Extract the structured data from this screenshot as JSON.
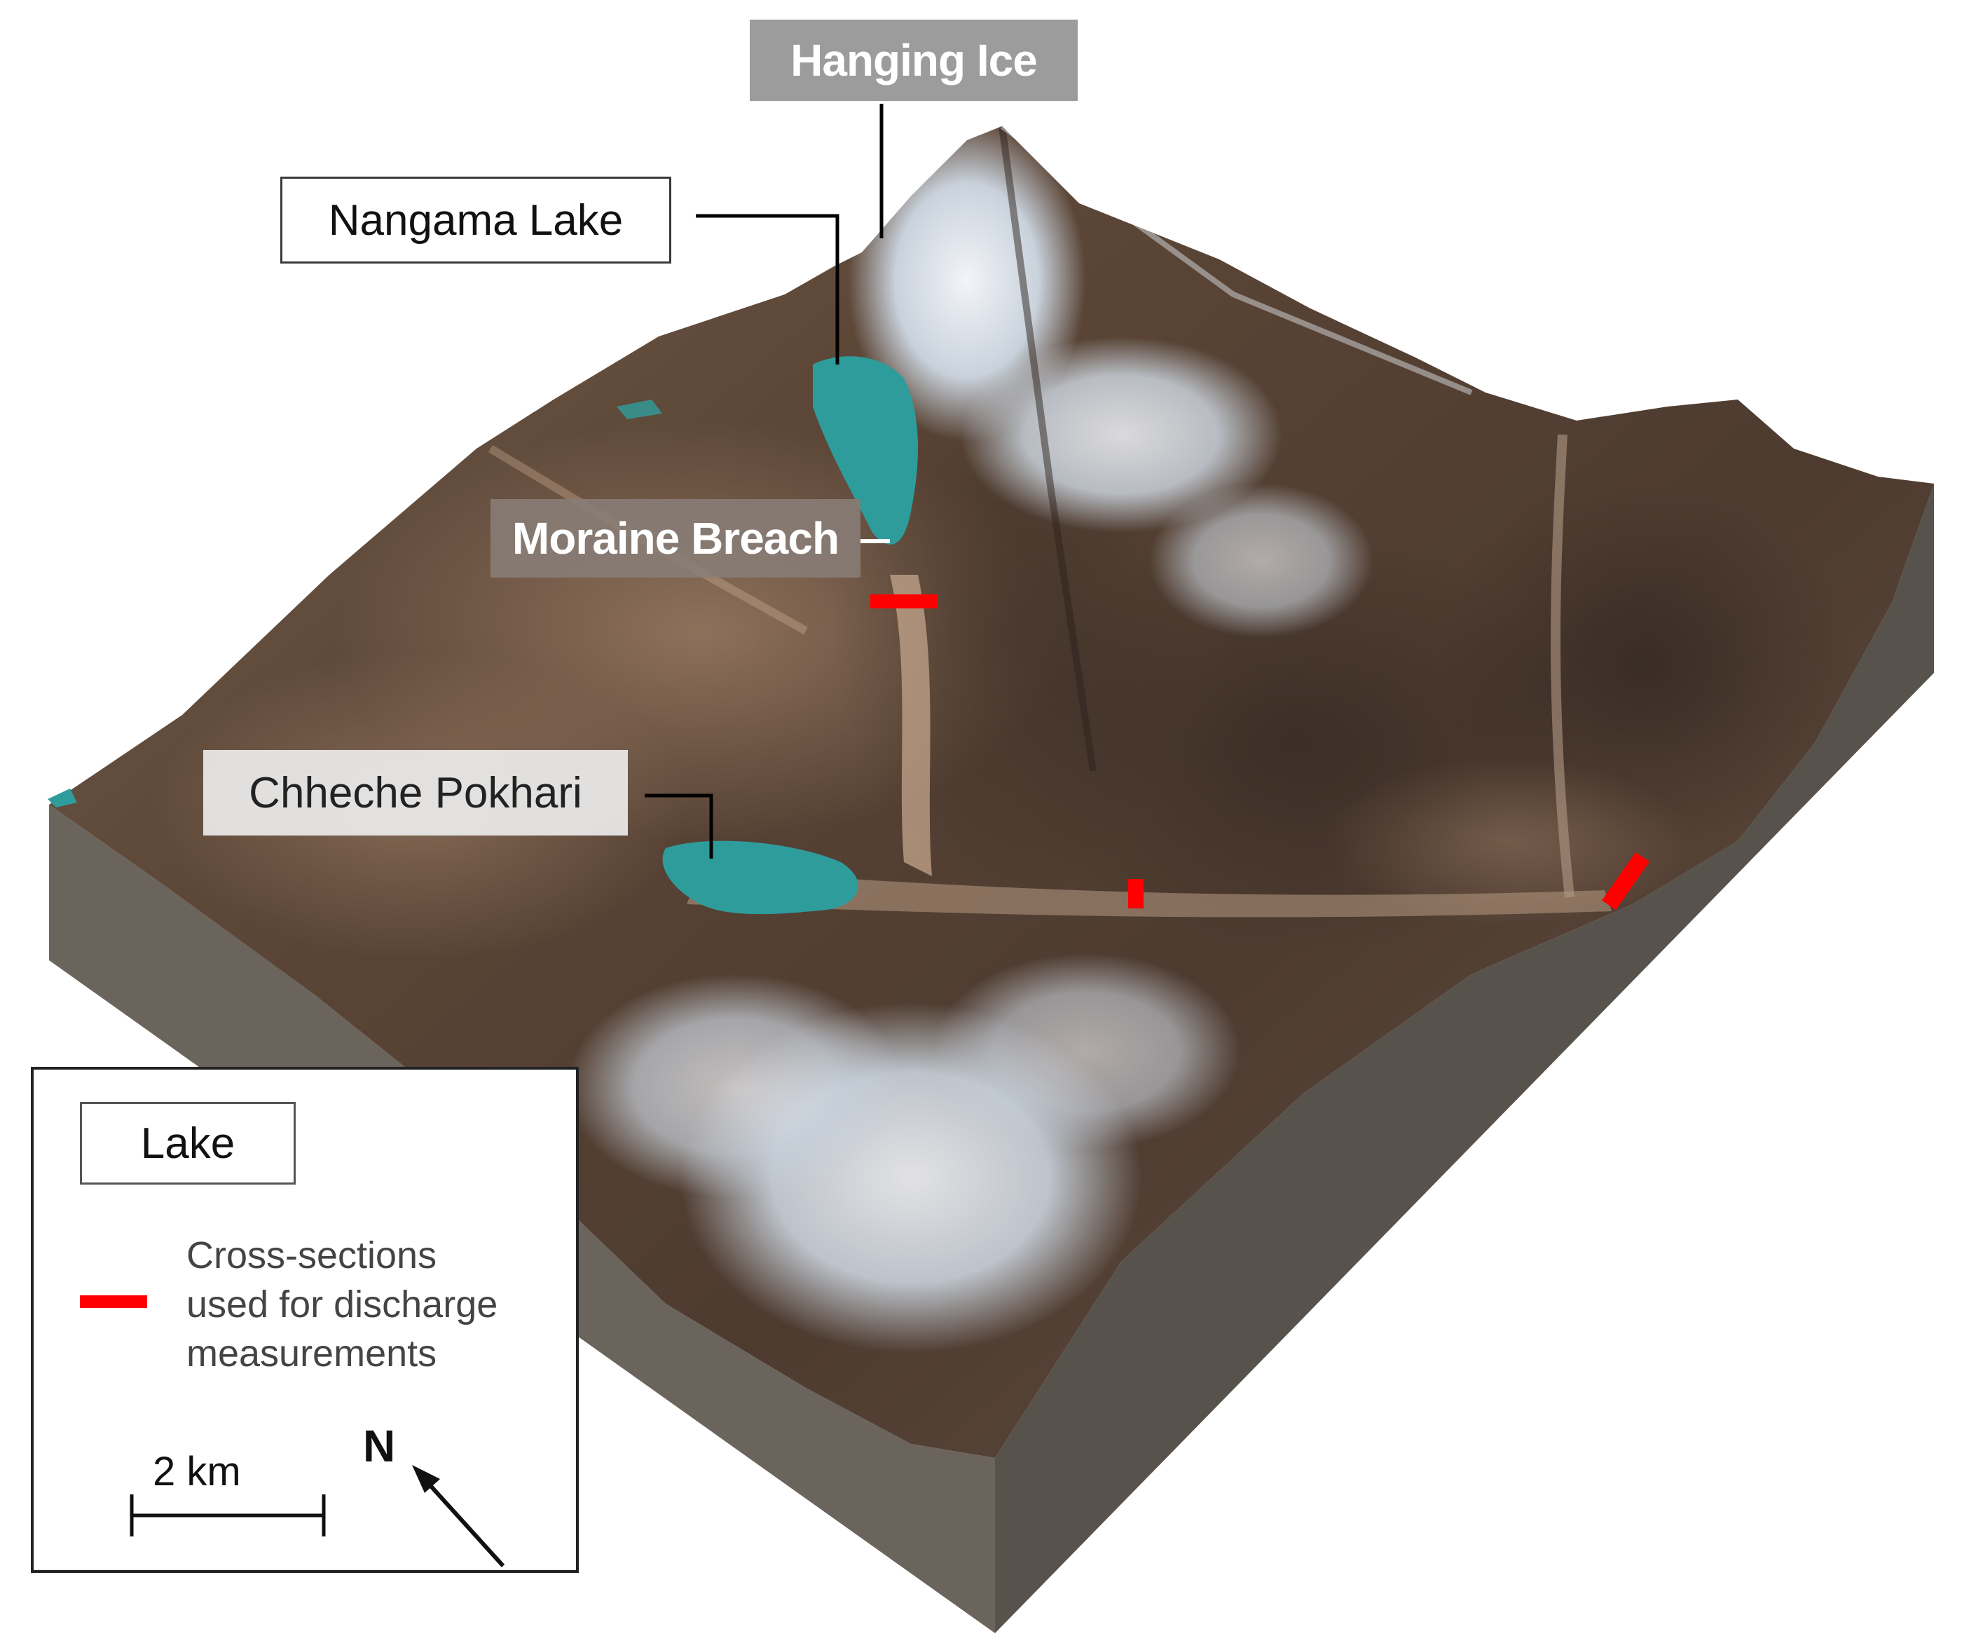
{
  "labels": {
    "hanging_ice": "Hanging Ice",
    "nangama_lake": "Nangama Lake",
    "moraine_breach": "Moraine Breach",
    "chheche_pokhari": "Chheche Pokhari"
  },
  "legend": {
    "lake_label": "Lake",
    "cross_sections_label": "Cross-sections\nused for discharge\nmeasurements",
    "scale_label": "2 km",
    "north_label": "N"
  },
  "colors": {
    "lake": "#2f9c9c",
    "cross_section": "#ff0000",
    "block_side": "#6b645d",
    "block_side_dark": "#58524c",
    "label_gray": "#9c9c9c"
  }
}
